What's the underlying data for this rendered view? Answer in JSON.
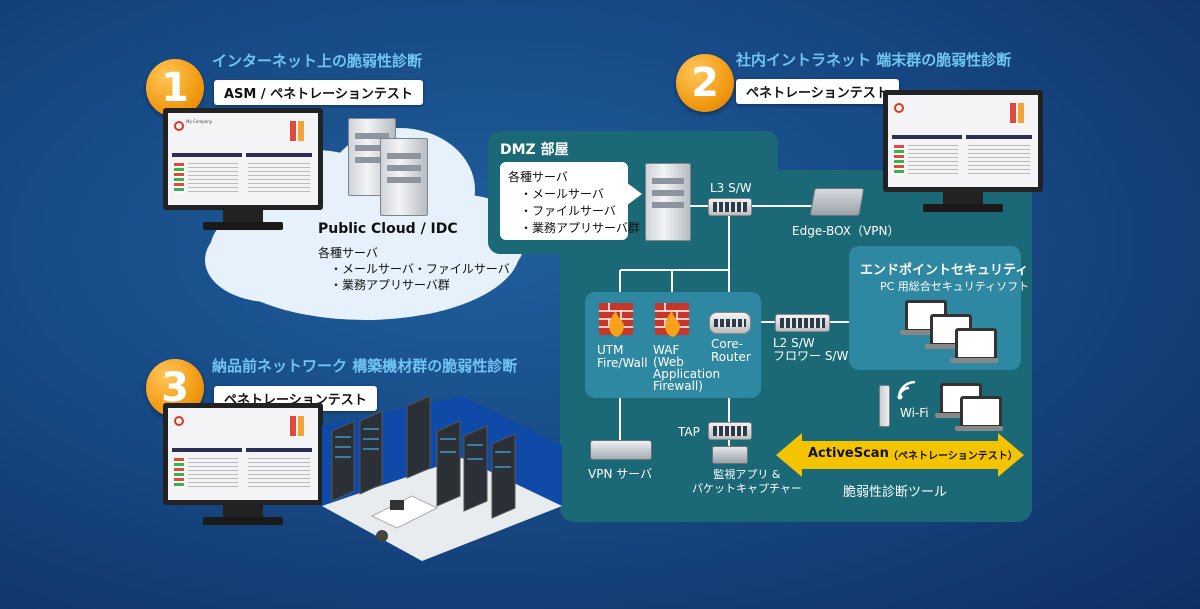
{
  "section1": {
    "number": "1",
    "title": "インターネット上の脆弱性診断",
    "tag": "ASM / ペネトレーションテスト"
  },
  "section2": {
    "number": "2",
    "title": "社内イントラネット 端末群の脆弱性診断",
    "tag": "ペネトレーションテスト"
  },
  "section3": {
    "number": "3",
    "title": "納品前ネットワーク 構築機材群の脆弱性診断",
    "tag": "ペネトレーションテスト"
  },
  "cloud": {
    "title": "Public Cloud / IDC",
    "lines": [
      "各種サーバ",
      "・メールサーバ・ファイルサーバ",
      "・業務アプリサーバ群"
    ]
  },
  "dmz": {
    "title": "DMZ 部屋",
    "lines": [
      "各種サーバ",
      "・メールサーバ",
      "・ファイルサーバ",
      "・業務アプリサーバ群"
    ]
  },
  "devices": {
    "l3": "L3 S/W",
    "edge": "Edge-BOX（VPN）",
    "utm": "UTM\nFire/Wall",
    "waf": "WAF\n(Web\nApplication\nFirewall)",
    "core": "Core-\nRouter",
    "l2": "L2 S/W\nフロワー S/W",
    "tap": "TAP",
    "vpn": "VPN サーバ",
    "monitor": "監視アプリ &\nパケットキャプチャー",
    "wifi": "Wi-Fi"
  },
  "endpoint": {
    "title": "エンドポイントセキュリティ",
    "subtitle": "PC 用総合セキュリティソフト"
  },
  "activescan": {
    "label": "ActiveScan",
    "sub": "（ペネトレーションテスト）",
    "caption": "脆弱性診断ツール"
  },
  "screen_label": "My Company",
  "colors": {
    "accent_orange": "#f29a12",
    "title_blue": "#6fc4f2",
    "panel_teal": "#1b6876",
    "arrow_yellow": "#f5c400"
  }
}
